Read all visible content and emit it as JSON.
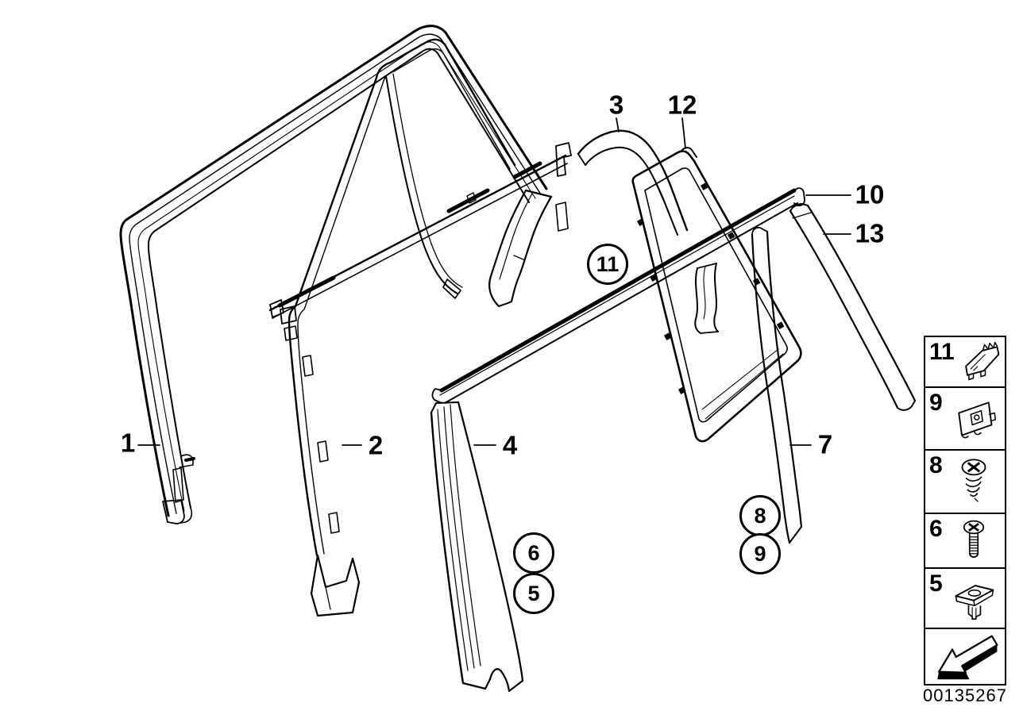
{
  "app": {
    "type": "exploded-parts-diagram",
    "subject": "rear door window frame trims and seals"
  },
  "colors": {
    "background": "#ffffff",
    "line": "#000000"
  },
  "doc_number": "00135267",
  "callouts": [
    {
      "label": "1",
      "circled": false
    },
    {
      "label": "2",
      "circled": false
    },
    {
      "label": "3",
      "circled": false
    },
    {
      "label": "4",
      "circled": false
    },
    {
      "label": "5",
      "circled": true
    },
    {
      "label": "6",
      "circled": true
    },
    {
      "label": "7",
      "circled": false
    },
    {
      "label": "8",
      "circled": true
    },
    {
      "label": "9",
      "circled": true
    },
    {
      "label": "10",
      "circled": false
    },
    {
      "label": "11",
      "circled": true
    },
    {
      "label": "12",
      "circled": false
    },
    {
      "label": "13",
      "circled": false
    }
  ],
  "legend": {
    "items": [
      {
        "number": "11",
        "icon": "belt-molding-clip-icon"
      },
      {
        "number": "9",
        "icon": "trim-plate-clip-icon"
      },
      {
        "number": "8",
        "icon": "tapping-screw-icon"
      },
      {
        "number": "6",
        "icon": "machine-screw-icon"
      },
      {
        "number": "5",
        "icon": "expanding-nut-icon"
      }
    ],
    "footer_icon": "direction-arrow-icon"
  }
}
